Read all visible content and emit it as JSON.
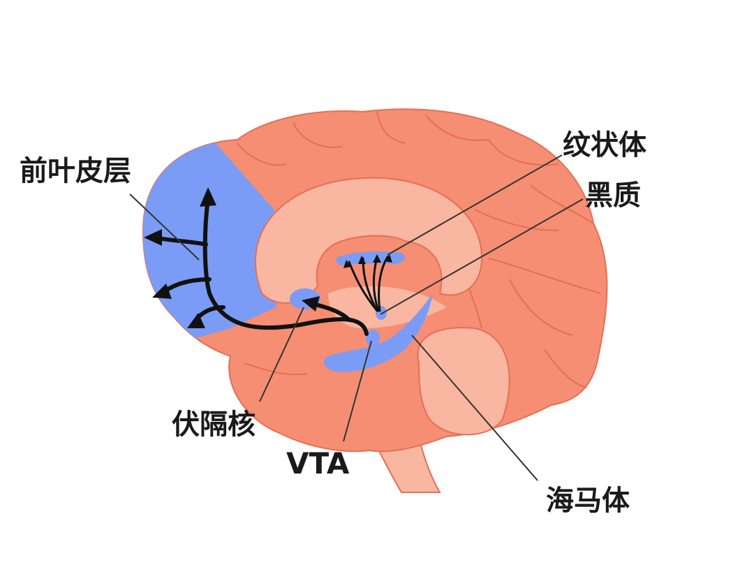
{
  "labels": {
    "prefrontal_cortex": "前叶皮层",
    "striatum": "纹状体",
    "substantia_nigra": "黑质",
    "nucleus_accumbens": "伏隔核",
    "vta": "VTA",
    "hippocampus": "海马体"
  },
  "colors": {
    "brain": "#f58e72",
    "brain_dark": "#e56f55",
    "inner": "#f9b6a1",
    "highlight_blue": "#7b9cf6",
    "pathway": "#111111",
    "leader_line": "#333333"
  }
}
